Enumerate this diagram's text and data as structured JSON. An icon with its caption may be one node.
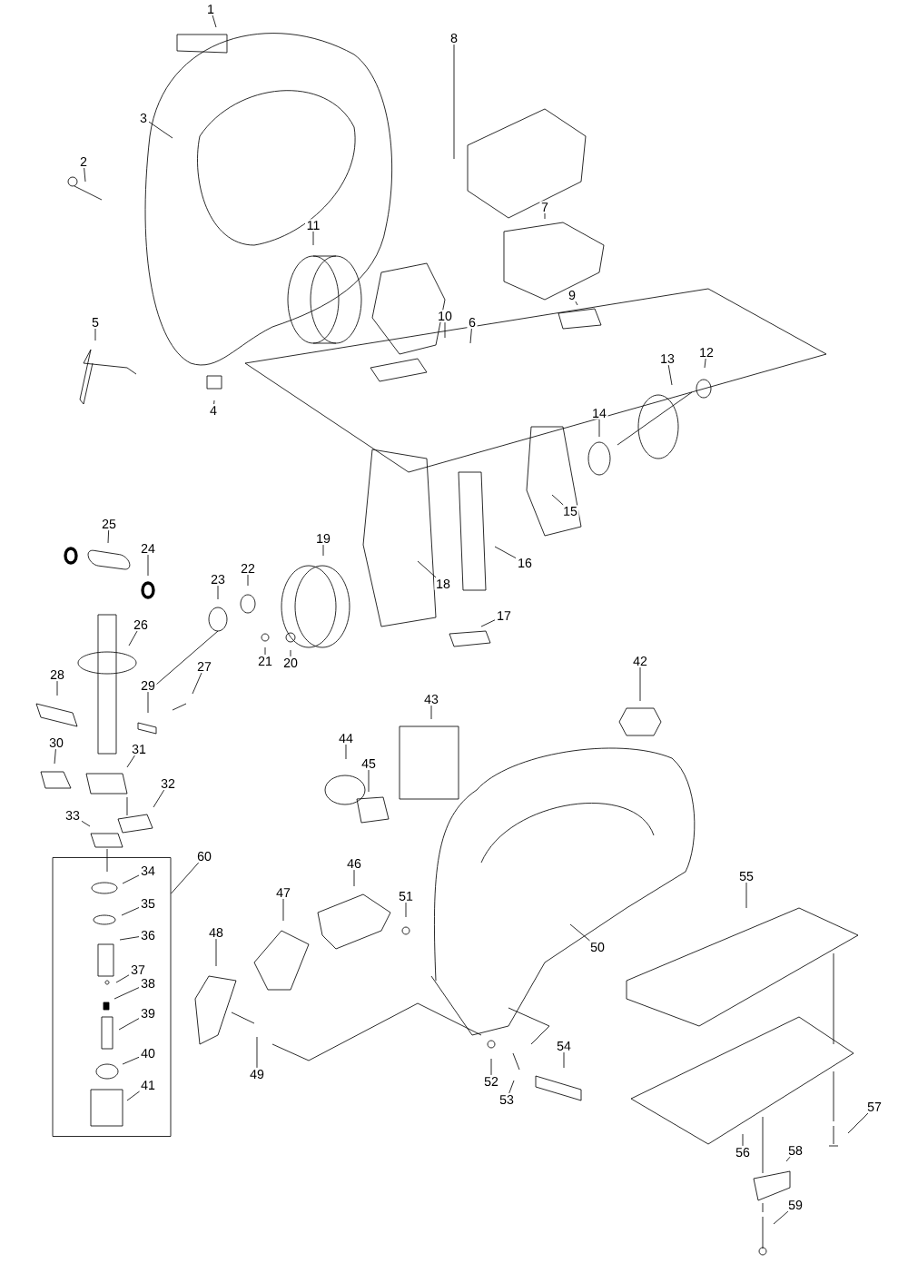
{
  "diagram": {
    "nodes": [
      {
        "text": [],
        "shape": "box"
      },
      {
        "text": [
          "1"
        ]
      },
      {
        "text": [
          "2"
        ]
      },
      {
        "text": [
          "3"
        ]
      },
      {
        "text": [
          "4"
        ]
      },
      {
        "text": [
          "5"
        ]
      },
      {
        "text": [
          "6"
        ]
      },
      {
        "text": [
          "7"
        ]
      },
      {
        "text": [
          "8"
        ]
      },
      {
        "text": [
          "9"
        ]
      },
      {
        "text": [
          "10"
        ]
      },
      {
        "text": [
          "11"
        ]
      },
      {
        "text": [
          "12"
        ]
      },
      {
        "text": [
          "13"
        ]
      },
      {
        "text": [
          "14"
        ]
      },
      {
        "text": [
          "15"
        ]
      },
      {
        "text": [
          "16"
        ]
      },
      {
        "text": [
          "17"
        ]
      },
      {
        "text": [
          "18"
        ]
      },
      {
        "text": [
          "19"
        ]
      },
      {
        "text": [
          "20"
        ]
      },
      {
        "text": [
          "21"
        ]
      },
      {
        "text": [
          "22"
        ]
      },
      {
        "text": [
          "23"
        ]
      },
      {
        "text": [
          "24"
        ]
      },
      {
        "text": [
          "25"
        ]
      },
      {
        "text": [
          "26"
        ]
      },
      {
        "text": [
          "27"
        ]
      },
      {
        "text": [
          "28"
        ]
      },
      {
        "text": [
          "29"
        ]
      },
      {
        "text": [
          "30"
        ]
      },
      {
        "text": [
          "31"
        ]
      },
      {
        "text": [
          "32"
        ]
      },
      {
        "text": [
          "33"
        ]
      },
      {
        "text": [
          "34"
        ],
        "in": 0
      },
      {
        "text": [
          "35"
        ],
        "in": 0
      },
      {
        "text": [
          "36"
        ],
        "in": 0
      },
      {
        "text": [
          "37"
        ],
        "in": 0
      },
      {
        "text": [
          "38"
        ],
        "in": 0
      },
      {
        "text": [
          "39"
        ],
        "in": 0
      },
      {
        "text": [
          "40"
        ],
        "in": 0
      },
      {
        "text": [
          "41"
        ],
        "in": 0
      },
      {
        "text": [
          "42"
        ]
      },
      {
        "text": [
          "43"
        ]
      },
      {
        "text": [
          "44"
        ]
      },
      {
        "text": [
          "45"
        ]
      },
      {
        "text": [
          "46"
        ]
      },
      {
        "text": [
          "47"
        ]
      },
      {
        "text": [
          "48"
        ]
      },
      {
        "text": [
          "49"
        ]
      },
      {
        "text": [
          "50"
        ]
      },
      {
        "text": [
          "51"
        ]
      },
      {
        "text": [
          "52"
        ]
      },
      {
        "text": [
          "53"
        ]
      },
      {
        "text": [
          "54"
        ]
      },
      {
        "text": [
          "55"
        ]
      },
      {
        "text": [
          "56"
        ]
      },
      {
        "text": [
          "57"
        ]
      },
      {
        "text": [
          "58"
        ]
      },
      {
        "text": [
          "59"
        ]
      },
      {
        "text": [
          "60"
        ]
      }
    ],
    "edges": [
      {
        "from": 1,
        "to": null,
        "arrow": "none"
      },
      {
        "from": 2,
        "to": null,
        "arrow": "none"
      },
      {
        "from": 3,
        "to": null,
        "arrow": "none"
      },
      {
        "from": 4,
        "to": null,
        "arrow": "none"
      },
      {
        "from": 5,
        "to": null,
        "arrow": "none"
      },
      {
        "from": 6,
        "to": null,
        "arrow": "none"
      },
      {
        "from": 7,
        "to": null,
        "arrow": "none"
      },
      {
        "from": 8,
        "to": null,
        "arrow": "none"
      },
      {
        "from": 9,
        "to": null,
        "arrow": "none"
      },
      {
        "from": 10,
        "to": null,
        "arrow": "none"
      },
      {
        "from": 11,
        "to": null,
        "arrow": "none"
      },
      {
        "from": 12,
        "to": null,
        "arrow": "none"
      },
      {
        "from": 13,
        "to": null,
        "arrow": "none"
      },
      {
        "from": 14,
        "to": null,
        "arrow": "none"
      },
      {
        "from": 15,
        "to": null,
        "arrow": "none"
      },
      {
        "from": 16,
        "to": null,
        "arrow": "none"
      },
      {
        "from": 17,
        "to": null,
        "arrow": "none"
      },
      {
        "from": 18,
        "to": null,
        "arrow": "none"
      },
      {
        "from": 19,
        "to": null,
        "arrow": "none"
      },
      {
        "from": 20,
        "to": null,
        "arrow": "none"
      },
      {
        "from": 21,
        "to": null,
        "arrow": "none"
      },
      {
        "from": 22,
        "to": null,
        "arrow": "none"
      },
      {
        "from": 23,
        "to": null,
        "arrow": "none"
      },
      {
        "from": 24,
        "to": null,
        "arrow": "none"
      },
      {
        "from": 25,
        "to": null,
        "arrow": "none"
      },
      {
        "from": 26,
        "to": null,
        "arrow": "none"
      },
      {
        "from": 27,
        "to": null,
        "arrow": "none"
      },
      {
        "from": 28,
        "to": null,
        "arrow": "none"
      },
      {
        "from": 29,
        "to": null,
        "arrow": "none"
      },
      {
        "from": 30,
        "to": null,
        "arrow": "none"
      },
      {
        "from": 31,
        "to": null,
        "arrow": "none"
      },
      {
        "from": 32,
        "to": null,
        "arrow": "none"
      },
      {
        "from": 33,
        "to": null,
        "arrow": "none"
      },
      {
        "from": 34,
        "to": null,
        "arrow": "none"
      },
      {
        "from": 35,
        "to": null,
        "arrow": "none"
      },
      {
        "from": 36,
        "to": null,
        "arrow": "none"
      },
      {
        "from": 37,
        "to": null,
        "arrow": "none"
      },
      {
        "from": 38,
        "to": null,
        "arrow": "none"
      },
      {
        "from": 39,
        "to": null,
        "arrow": "none"
      },
      {
        "from": 40,
        "to": null,
        "arrow": "none"
      },
      {
        "from": 41,
        "to": null,
        "arrow": "none"
      },
      {
        "from": 42,
        "to": null,
        "arrow": "none"
      },
      {
        "from": 43,
        "to": null,
        "arrow": "none"
      },
      {
        "from": 44,
        "to": null,
        "arrow": "none"
      },
      {
        "from": 45,
        "to": null,
        "arrow": "none"
      },
      {
        "from": 46,
        "to": null,
        "arrow": "none"
      },
      {
        "from": 47,
        "to": null,
        "arrow": "none"
      },
      {
        "from": 48,
        "to": null,
        "arrow": "none"
      },
      {
        "from": 49,
        "to": null,
        "arrow": "none"
      },
      {
        "from": 50,
        "to": null,
        "arrow": "none"
      },
      {
        "from": 51,
        "to": null,
        "arrow": "none"
      },
      {
        "from": 52,
        "to": null,
        "arrow": "none"
      },
      {
        "from": 53,
        "to": null,
        "arrow": "none"
      },
      {
        "from": 54,
        "to": null,
        "arrow": "none"
      },
      {
        "from": 55,
        "to": null,
        "arrow": "none"
      },
      {
        "from": 56,
        "to": null,
        "arrow": "none"
      },
      {
        "from": 57,
        "to": null,
        "arrow": "none"
      },
      {
        "from": 58,
        "to": null,
        "arrow": "none"
      },
      {
        "from": 59,
        "to": null,
        "arrow": "none"
      },
      {
        "from": 60,
        "to": 0,
        "arrow": "none"
      }
    ]
  }
}
